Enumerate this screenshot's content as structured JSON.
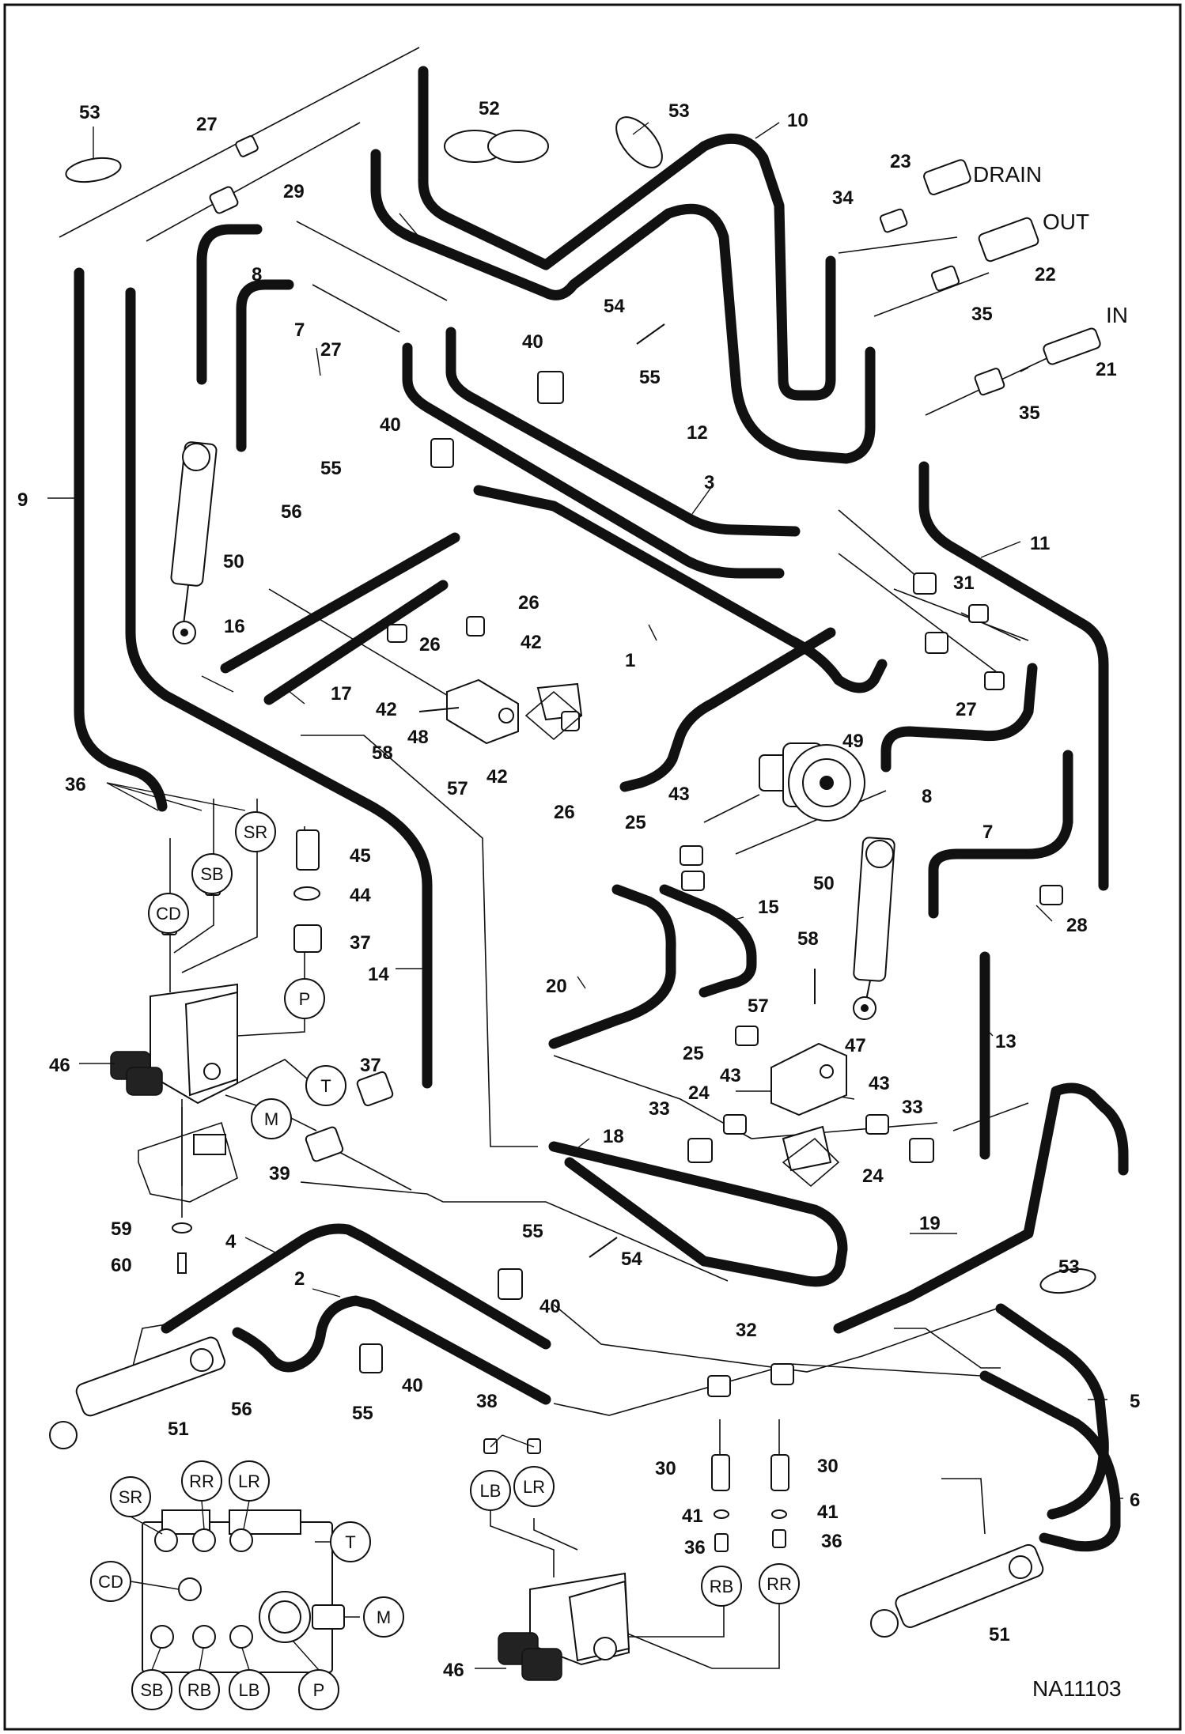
{
  "diagram": {
    "drawing_code": "NA11103",
    "fitting_words": {
      "drain": "DRAIN",
      "out": "OUT",
      "in": "IN"
    },
    "part_numbers": {
      "p1": "1",
      "p2": "2",
      "p3": "3",
      "p4": "4",
      "p5": "5",
      "p6": "6",
      "p7": "7",
      "p8": "8",
      "p9": "9",
      "p10": "10",
      "p11": "11",
      "p12": "12",
      "p13": "13",
      "p14": "14",
      "p15": "15",
      "p16": "16",
      "p17": "17",
      "p18": "18",
      "p19": "19",
      "p20": "20",
      "p21": "21",
      "p22": "22",
      "p23": "23",
      "p24": "24",
      "p25": "25",
      "p26": "26",
      "p27": "27",
      "p28": "28",
      "p29": "29",
      "p30": "30",
      "p31": "31",
      "p32": "32",
      "p33": "33",
      "p34": "34",
      "p35": "35",
      "p36": "36",
      "p37": "37",
      "p38": "38",
      "p39": "39",
      "p40": "40",
      "p41": "41",
      "p42": "42",
      "p43": "43",
      "p44": "44",
      "p45": "45",
      "p46": "46",
      "p47": "47",
      "p48": "48",
      "p49": "49",
      "p50": "50",
      "p51": "51",
      "p52": "52",
      "p53": "53",
      "p54": "54",
      "p55": "55",
      "p56": "56",
      "p57": "57",
      "p58": "58",
      "p59": "59",
      "p60": "60"
    },
    "ports": {
      "cd": "CD",
      "sb": "SB",
      "sr": "SR",
      "p": "P",
      "t": "T",
      "m": "M",
      "lb": "LB",
      "lr": "LR",
      "rb": "RB",
      "rr": "RR"
    }
  }
}
